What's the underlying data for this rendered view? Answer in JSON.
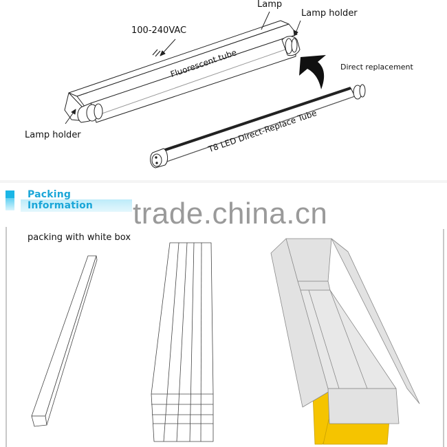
{
  "diagram": {
    "labels": {
      "lamp": "Lamp",
      "lamp_holder_top": "Lamp holder",
      "voltage": "100-240VAC",
      "direct_replacement": "Direct replacement",
      "fluorescent_tube": "Fluorescent  tube",
      "lamp_holder_bottom": "Lamp holder",
      "led_tube": "T8 LED Direct-Replace Tube"
    },
    "arrow_icon": "curved-arrow-up-left"
  },
  "packing": {
    "section_title": "Packing Information",
    "caption": "packing with white box",
    "items": [
      {
        "name": "single-white-box"
      },
      {
        "name": "stacked-white-boxes"
      },
      {
        "name": "open-carton"
      }
    ],
    "colors": {
      "accent": "#1ab6e6",
      "carton_yellow": "#f5c400",
      "carton_gray": "#e2e2e2"
    }
  },
  "watermark": "trade.china.cn"
}
